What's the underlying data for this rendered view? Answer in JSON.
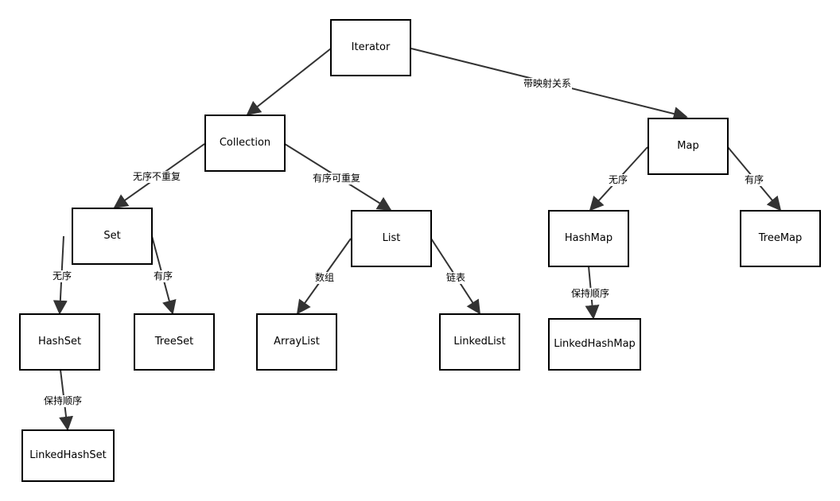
{
  "nodes": {
    "iterator": "Iterator",
    "collection": "Collection",
    "map": "Map",
    "set": "Set",
    "list": "List",
    "hashmap": "HashMap",
    "treemap": "TreeMap",
    "hashset": "HashSet",
    "treeset": "TreeSet",
    "arraylist": "ArrayList",
    "linkedlist": "LinkedList",
    "linkedhashmap": "LinkedHashMap",
    "linkedhashset": "LinkedHashSet"
  },
  "edge_labels": {
    "iterator_map": "带映射关系",
    "collection_set": "无序不重复",
    "collection_list": "有序可重复",
    "map_hashmap": "无序",
    "map_treemap": "有序",
    "set_hashset": "无序",
    "set_treeset": "有序",
    "list_arraylist": "数组",
    "list_linkedlist": "链表",
    "hashmap_linkedhashmap": "保持顺序",
    "hashset_linkedhashset": "保持顺序"
  },
  "colors": {
    "line": "#333333",
    "border": "#000000",
    "background": "#ffffff"
  }
}
